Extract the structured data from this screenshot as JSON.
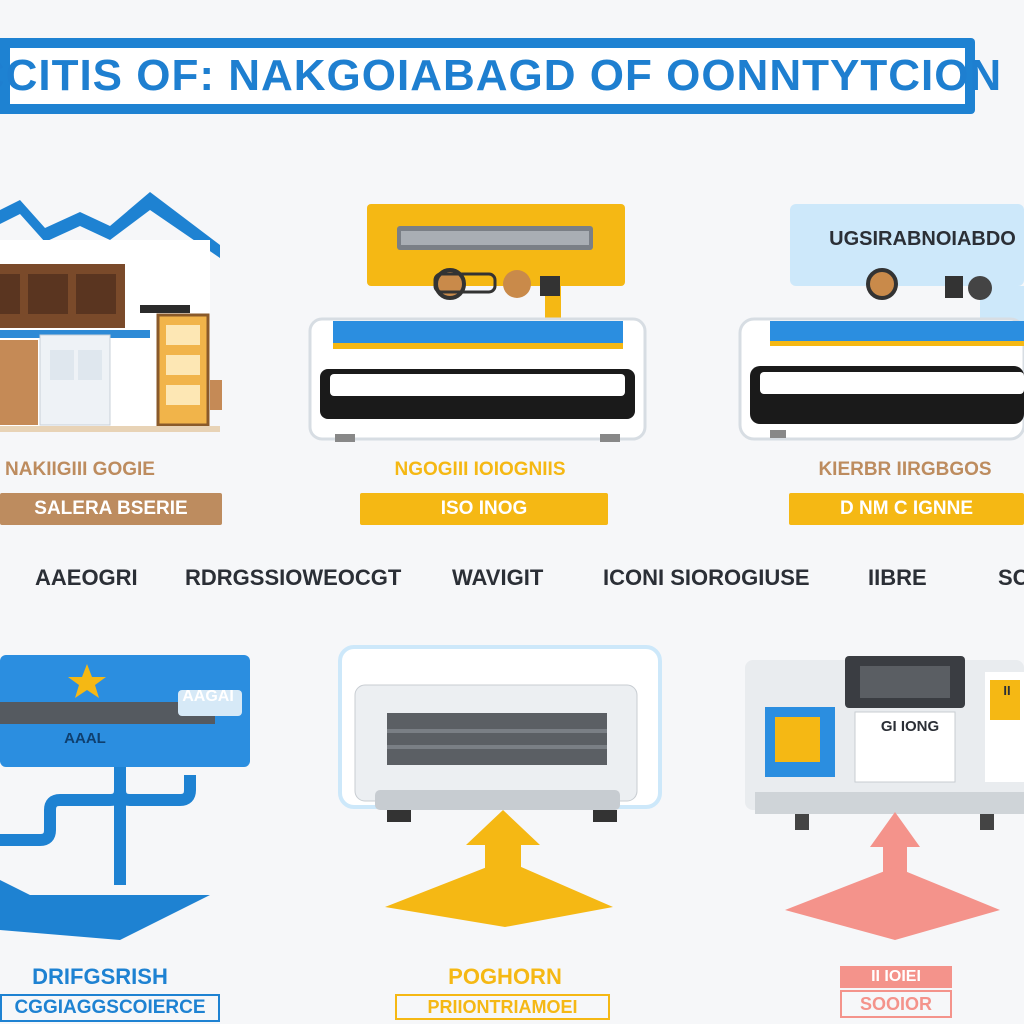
{
  "title": "CCITIS OF: NAKGOIABAGD OF OONNTYTCION",
  "panels": [
    {
      "caption": "NAKIIGIII GOGIE",
      "label": "SALERA BSERIE"
    },
    {
      "caption": "NGOGIII IOIOGNIIS",
      "label": "ISO  INOG"
    },
    {
      "caption": "KIERBR IIRGBGOS",
      "label": "D  NM  C  IGNNE",
      "panel_text": "UGSIRABNOIABDO"
    }
  ],
  "features": [
    "AAEOGRI",
    "RDRGSSIOWEOCGT",
    "WAVIGIT",
    "ICONI SIOROGIUSE",
    "IIBRE",
    "SC"
  ],
  "bottom": [
    {
      "line1": "DRIFGSRISH",
      "line2": "CGGIAGGSCOIERCE"
    },
    {
      "line1": "POGHORN",
      "line2": "PRIIONTRIAMOEI"
    },
    {
      "line1": "II  IOIEI",
      "line2": "SOOIOR"
    }
  ],
  "unit_texts": [
    "AAGAI",
    "AAAL",
    "GI IONG",
    "II"
  ],
  "colors": {
    "blue": "#1e82d2",
    "yellow": "#f5b814",
    "brown": "#bd8c5f",
    "pink": "#f4938b",
    "light_blue": "#cde8fa"
  }
}
